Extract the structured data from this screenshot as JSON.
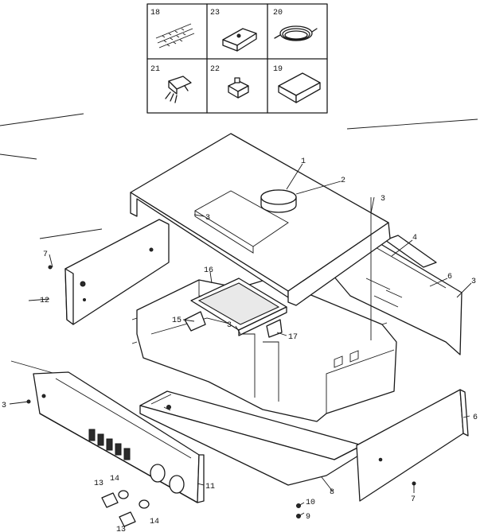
{
  "inset_grid": [
    {
      "number": "18"
    },
    {
      "number": "23"
    },
    {
      "number": "20"
    },
    {
      "number": "21"
    },
    {
      "number": "22"
    },
    {
      "number": "19"
    }
  ],
  "callouts": [
    {
      "text": "1"
    },
    {
      "text": "2"
    },
    {
      "text": "3"
    },
    {
      "text": "3"
    },
    {
      "text": "4"
    },
    {
      "text": "6"
    },
    {
      "text": "3"
    },
    {
      "text": "7"
    },
    {
      "text": "12"
    },
    {
      "text": "16"
    },
    {
      "text": "15"
    },
    {
      "text": "3"
    },
    {
      "text": "17"
    },
    {
      "text": "3"
    },
    {
      "text": "6"
    },
    {
      "text": "11"
    },
    {
      "text": "13"
    },
    {
      "text": "14"
    },
    {
      "text": "13"
    },
    {
      "text": "14"
    },
    {
      "text": "8"
    },
    {
      "text": "10"
    },
    {
      "text": "9"
    },
    {
      "text": "7"
    }
  ]
}
